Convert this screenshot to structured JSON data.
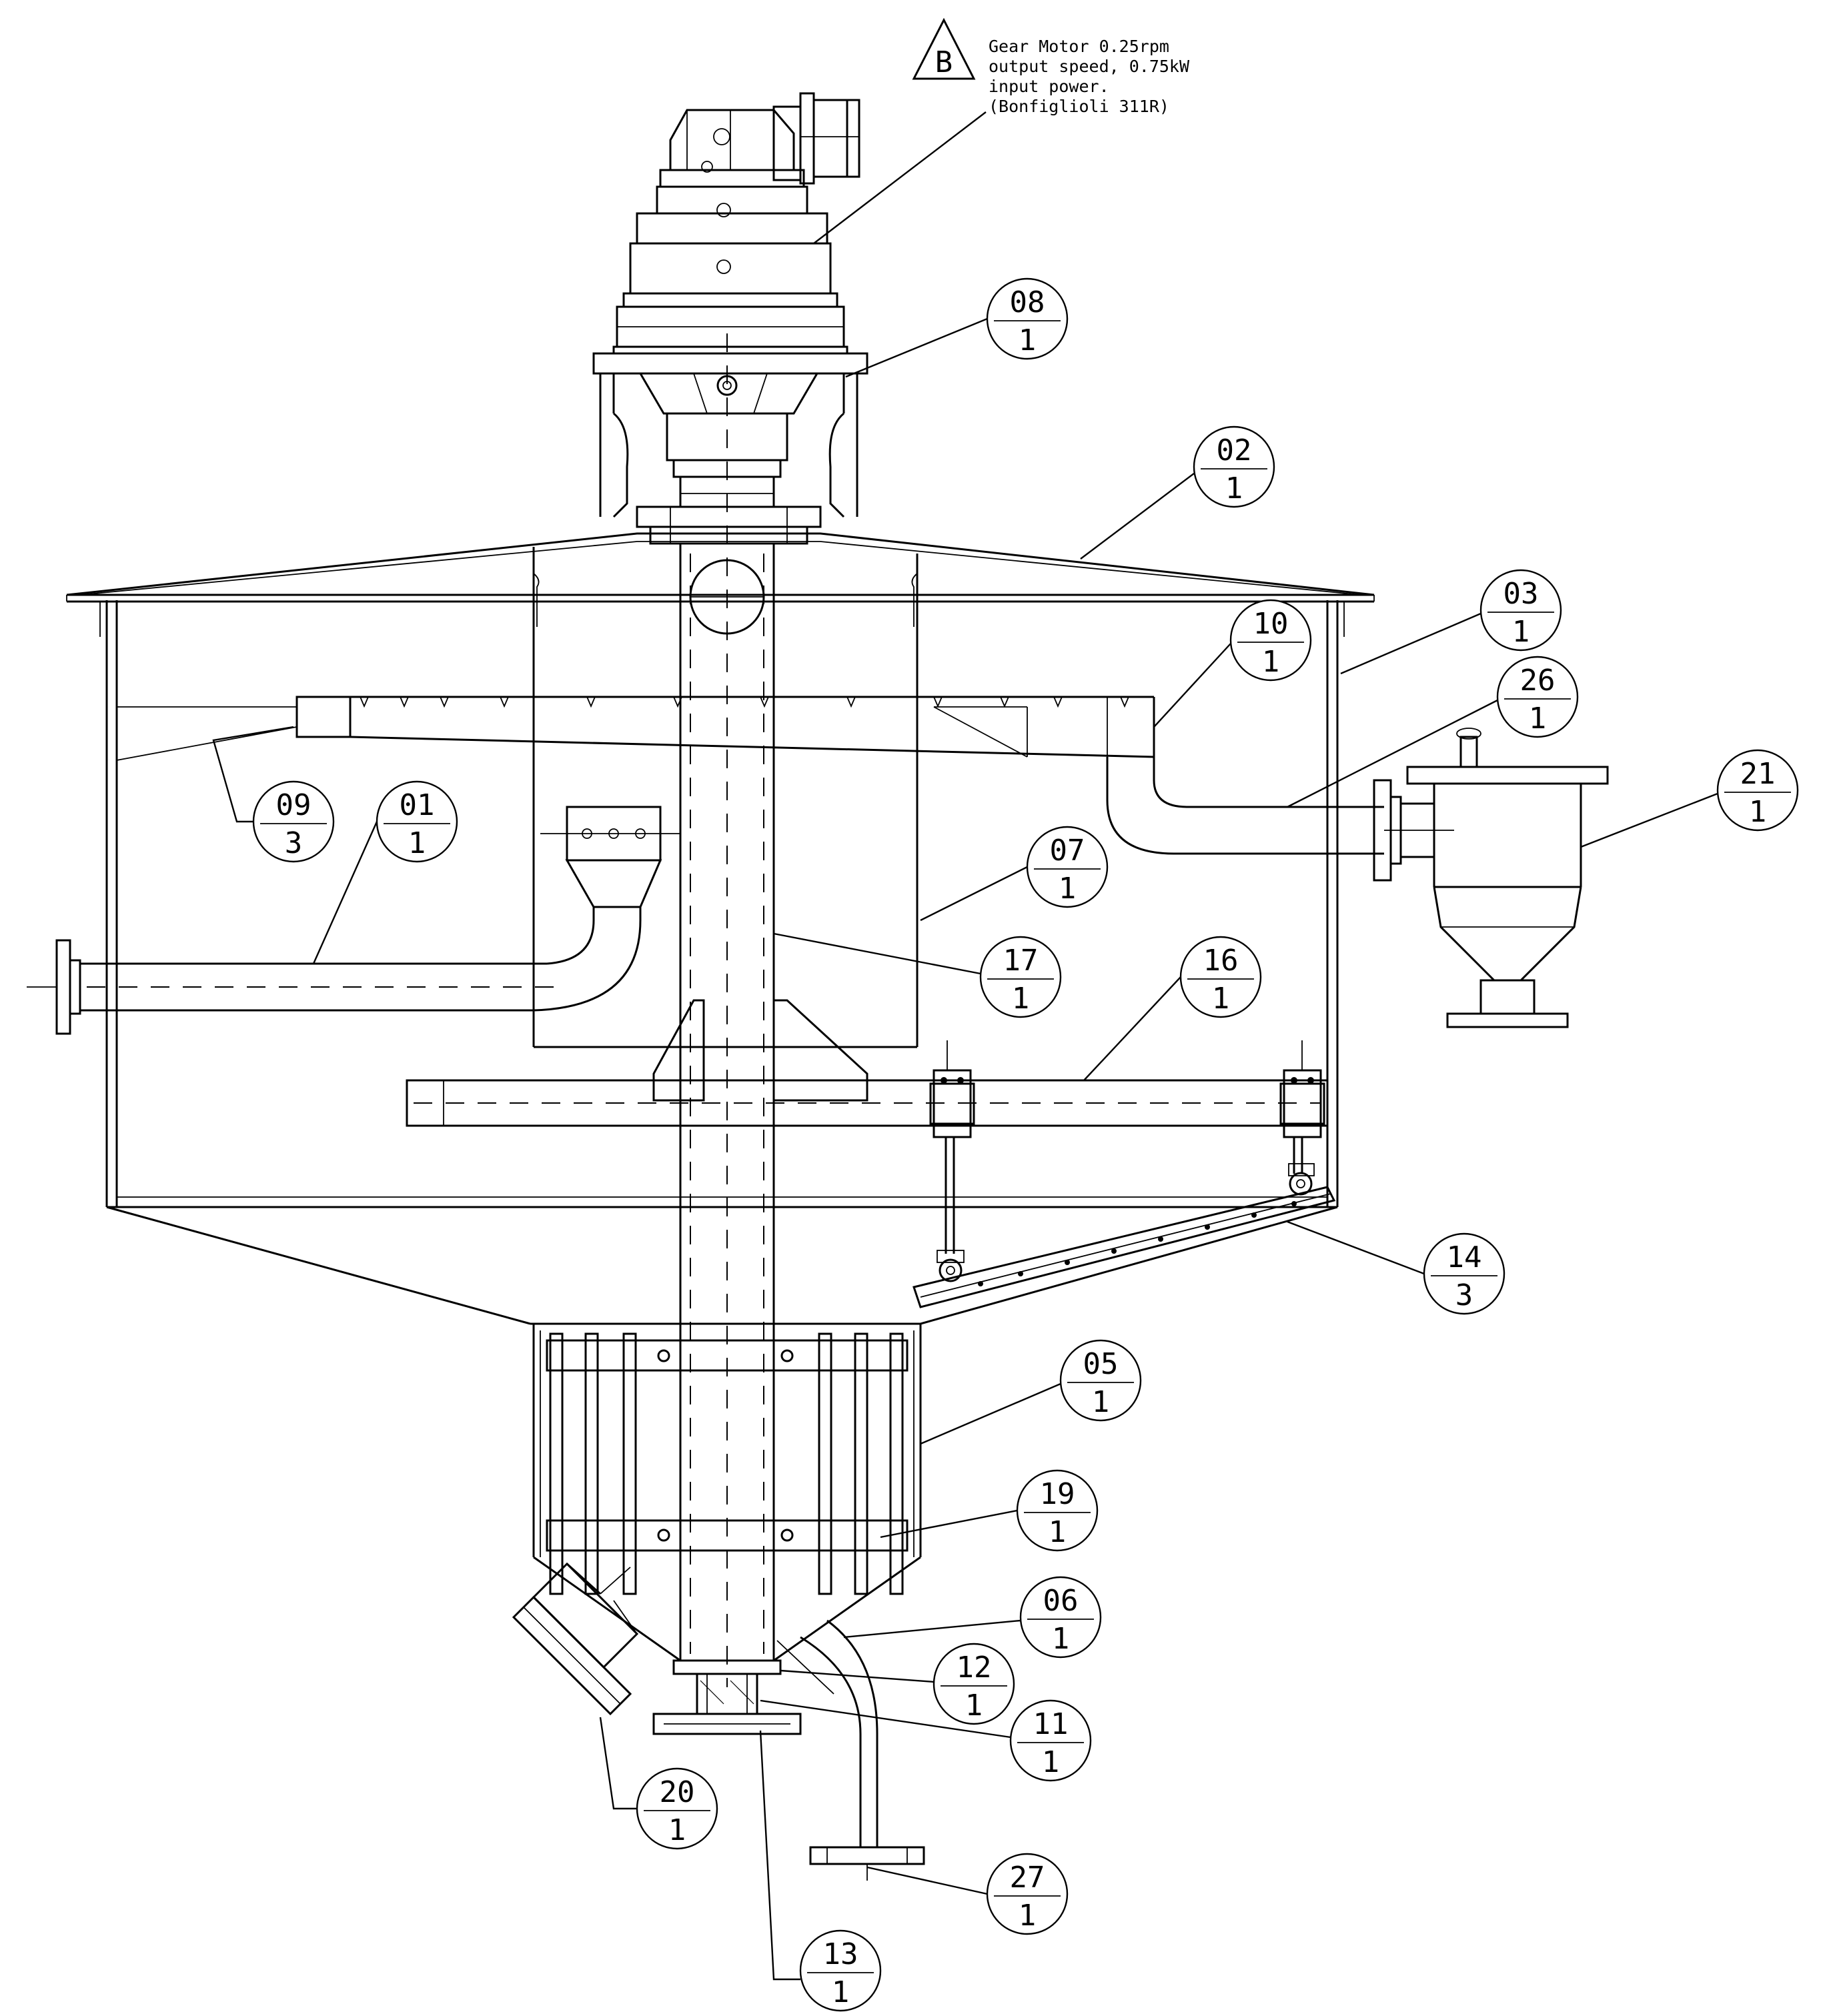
{
  "note": {
    "revision_symbol": "B",
    "lines": [
      "Gear Motor 0.25rpm",
      "output speed, 0.75kW",
      "input power.",
      "(Bonfiglioli 311R)"
    ]
  },
  "balloons": [
    {
      "id": "08",
      "qty": "1"
    },
    {
      "id": "02",
      "qty": "1"
    },
    {
      "id": "03",
      "qty": "1"
    },
    {
      "id": "10",
      "qty": "1"
    },
    {
      "id": "26",
      "qty": "1"
    },
    {
      "id": "21",
      "qty": "1"
    },
    {
      "id": "09",
      "qty": "3"
    },
    {
      "id": "01",
      "qty": "1"
    },
    {
      "id": "07",
      "qty": "1"
    },
    {
      "id": "17",
      "qty": "1"
    },
    {
      "id": "16",
      "qty": "1"
    },
    {
      "id": "14",
      "qty": "3"
    },
    {
      "id": "05",
      "qty": "1"
    },
    {
      "id": "19",
      "qty": "1"
    },
    {
      "id": "06",
      "qty": "1"
    },
    {
      "id": "12",
      "qty": "1"
    },
    {
      "id": "11",
      "qty": "1"
    },
    {
      "id": "20",
      "qty": "1"
    },
    {
      "id": "27",
      "qty": "1"
    },
    {
      "id": "13",
      "qty": "1"
    }
  ]
}
